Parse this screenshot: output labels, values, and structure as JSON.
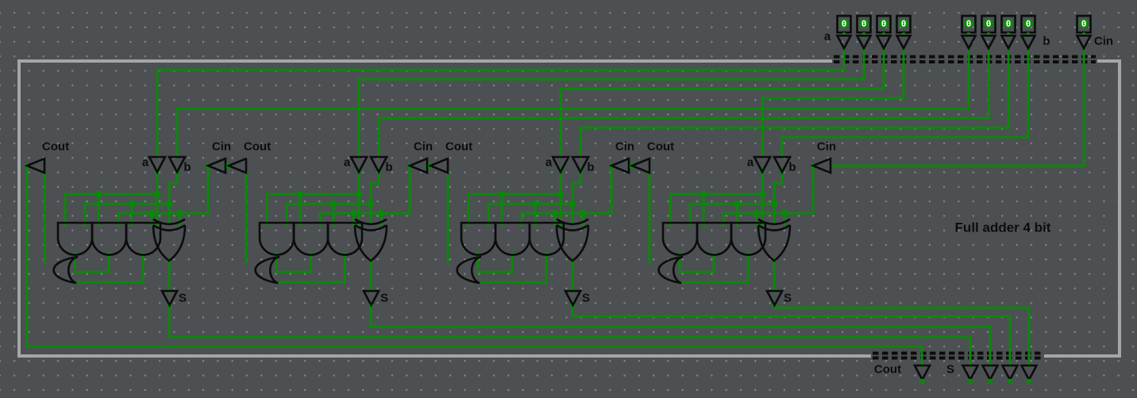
{
  "title": "Full adder 4 bit",
  "colors": {
    "background": "#4c5052",
    "grid_dot": "#7d8183",
    "wire_green": "#0b870b",
    "gate_black": "#0c0c0c",
    "border_gray": "#a6a6a6",
    "label_black": "#0d0d0d",
    "button_value_bg": "#0a8a0a",
    "button_value_fg": "#ffffff"
  },
  "top_inputs": {
    "a": {
      "label": "a",
      "bits": [
        "0",
        "0",
        "0",
        "0"
      ]
    },
    "b": {
      "label": "b",
      "bits": [
        "0",
        "0",
        "0",
        "0"
      ]
    },
    "cin": {
      "label": "Cin",
      "bits": [
        "0"
      ]
    }
  },
  "bottom_outputs": {
    "cout_label": "Cout",
    "s_label": "S"
  },
  "cells": [
    {
      "cout": "Cout",
      "a": "a",
      "b": "b",
      "cin": "Cin",
      "s": "S"
    },
    {
      "cout": "Cout",
      "a": "a",
      "b": "b",
      "cin": "Cin",
      "s": "S"
    },
    {
      "cout": "Cout",
      "a": "a",
      "b": "b",
      "cin": "Cin",
      "s": "S"
    },
    {
      "cout": "Cout",
      "a": "a",
      "b": "b",
      "cin": "Cin",
      "s": "S"
    }
  ]
}
